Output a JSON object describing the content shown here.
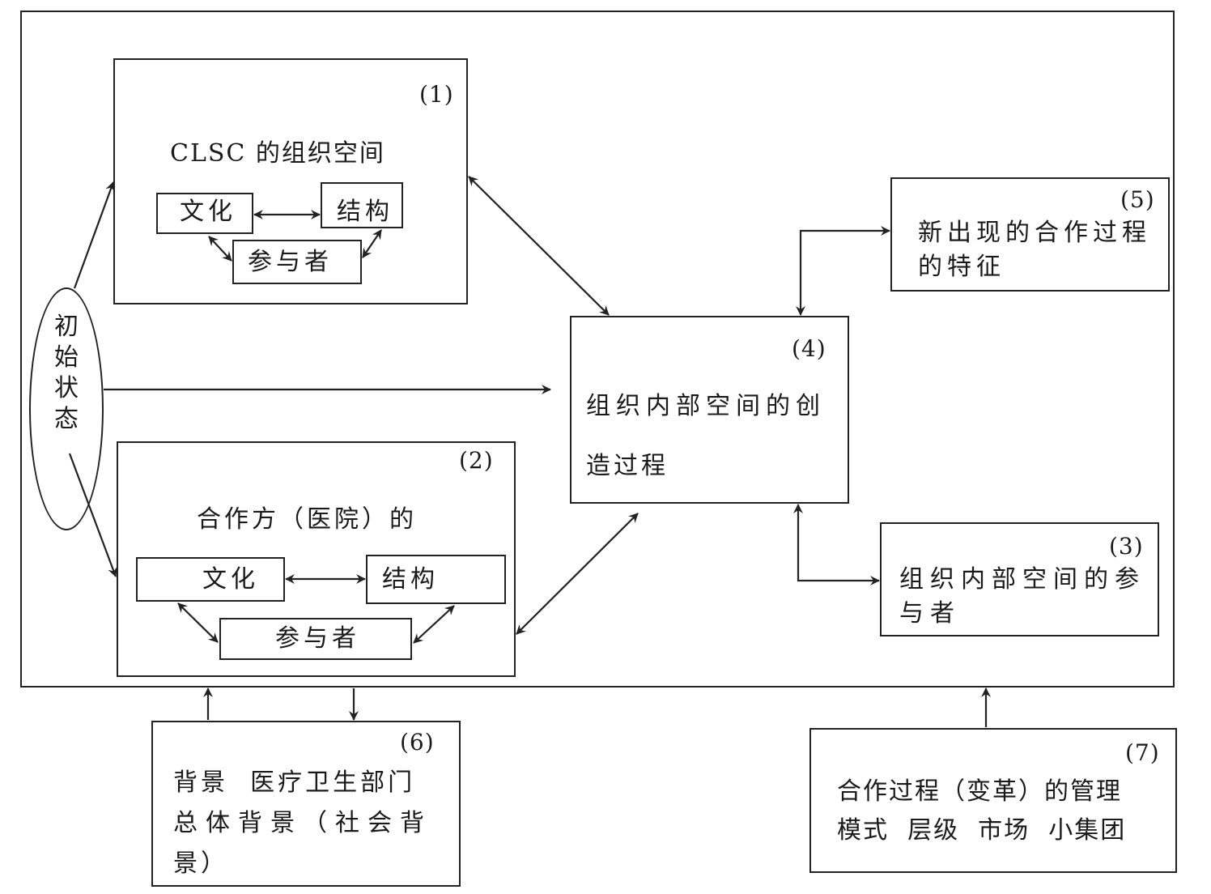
{
  "diagram": {
    "initial_state": "初始状态",
    "box1": {
      "number": "(1)",
      "title": "CLSC 的组织空间",
      "culture": "文化",
      "structure": "结构",
      "participants": "参与者"
    },
    "box2": {
      "number": "(2)",
      "title": "合作方（医院）的",
      "culture": "文化",
      "structure": "结构",
      "participants": "参与者"
    },
    "box3": {
      "number": "(3)",
      "lines": [
        "组织内部空间的参",
        "与者"
      ]
    },
    "box4": {
      "number": "(4)",
      "lines": [
        "组织内部空间的创",
        "造过程"
      ]
    },
    "box5": {
      "number": "(5)",
      "lines": [
        "新出现的合作过程",
        "的特征"
      ]
    },
    "box6": {
      "number": "(6)",
      "lines": [
        "背景  医疗卫生部门",
        "总体背景（社会背",
        "景）"
      ]
    },
    "box7": {
      "number": "(7)",
      "lines": [
        "合作过程（变革）的管理",
        "模式  层级  市场  小集团"
      ]
    }
  }
}
